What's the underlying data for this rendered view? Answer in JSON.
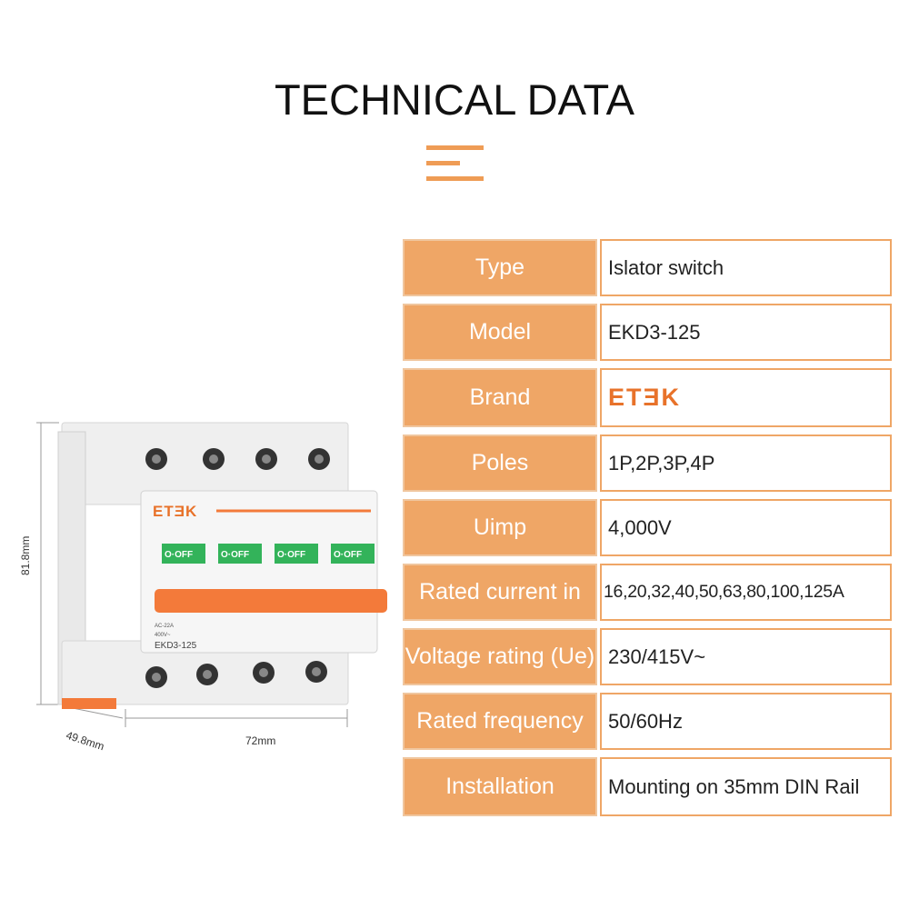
{
  "title": "TECHNICAL DATA",
  "colors": {
    "accent": "#efa666",
    "brand": "#e8722a",
    "breaker_handle": "#f37a3a",
    "switch_window": "#33b35a"
  },
  "specs": [
    {
      "label": "Type",
      "value": "Islator switch"
    },
    {
      "label": "Model",
      "value": "EKD3-125"
    },
    {
      "label": "Brand",
      "value": "ETƎK"
    },
    {
      "label": "Poles",
      "value": "1P,2P,3P,4P"
    },
    {
      "label": "Uimp",
      "value": "4,000V"
    },
    {
      "label": "Rated current in",
      "value": "16,20,32,40,50,63,80,100,125A"
    },
    {
      "label": "Voltage rating (Ue)",
      "value": "230/415V~"
    },
    {
      "label": "Rated frequency",
      "value": "50/60Hz"
    },
    {
      "label": "Installation",
      "value": "Mounting on 35mm DIN Rail"
    }
  ],
  "product": {
    "brand_mark": "ETƎK",
    "model_label": "EKD3-125",
    "switch_label": "O·OFF",
    "rating_small_1": "AC-22A",
    "rating_small_2": "400V~",
    "dimensions": {
      "height": "81.8mm",
      "width": "72mm",
      "depth": "49.8mm"
    }
  }
}
